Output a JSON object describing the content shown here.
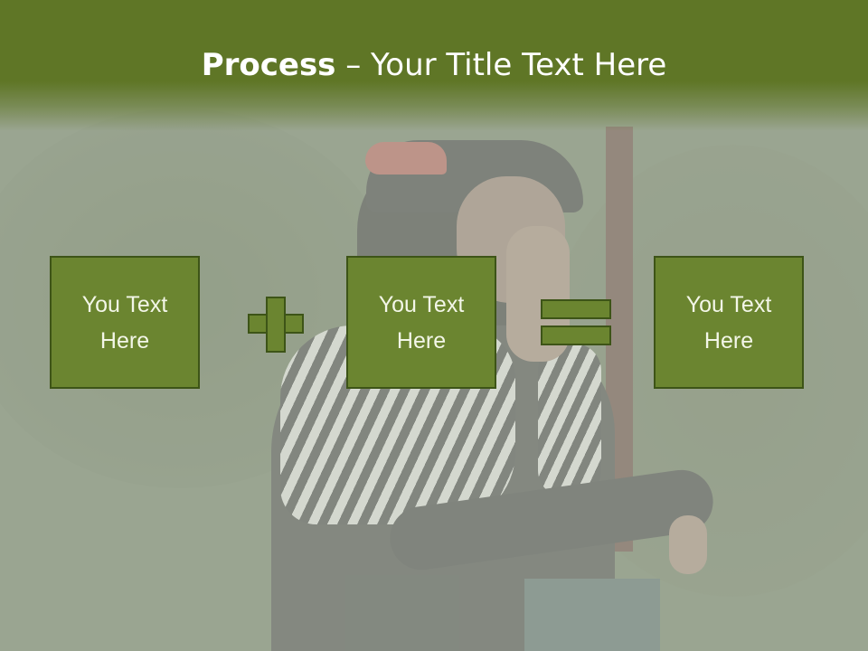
{
  "slide": {
    "title_bold": "Process",
    "title_rest": " – Your Title Text Here",
    "accent_color": "#6b8530",
    "header_color": "#5f7626"
  },
  "boxes": [
    {
      "line1": "You Text",
      "line2": "Here"
    },
    {
      "line1": "You Text",
      "line2": "Here"
    },
    {
      "line1": "You Text",
      "line2": "Here"
    }
  ],
  "operators": [
    "plus-icon",
    "equals-icon"
  ]
}
